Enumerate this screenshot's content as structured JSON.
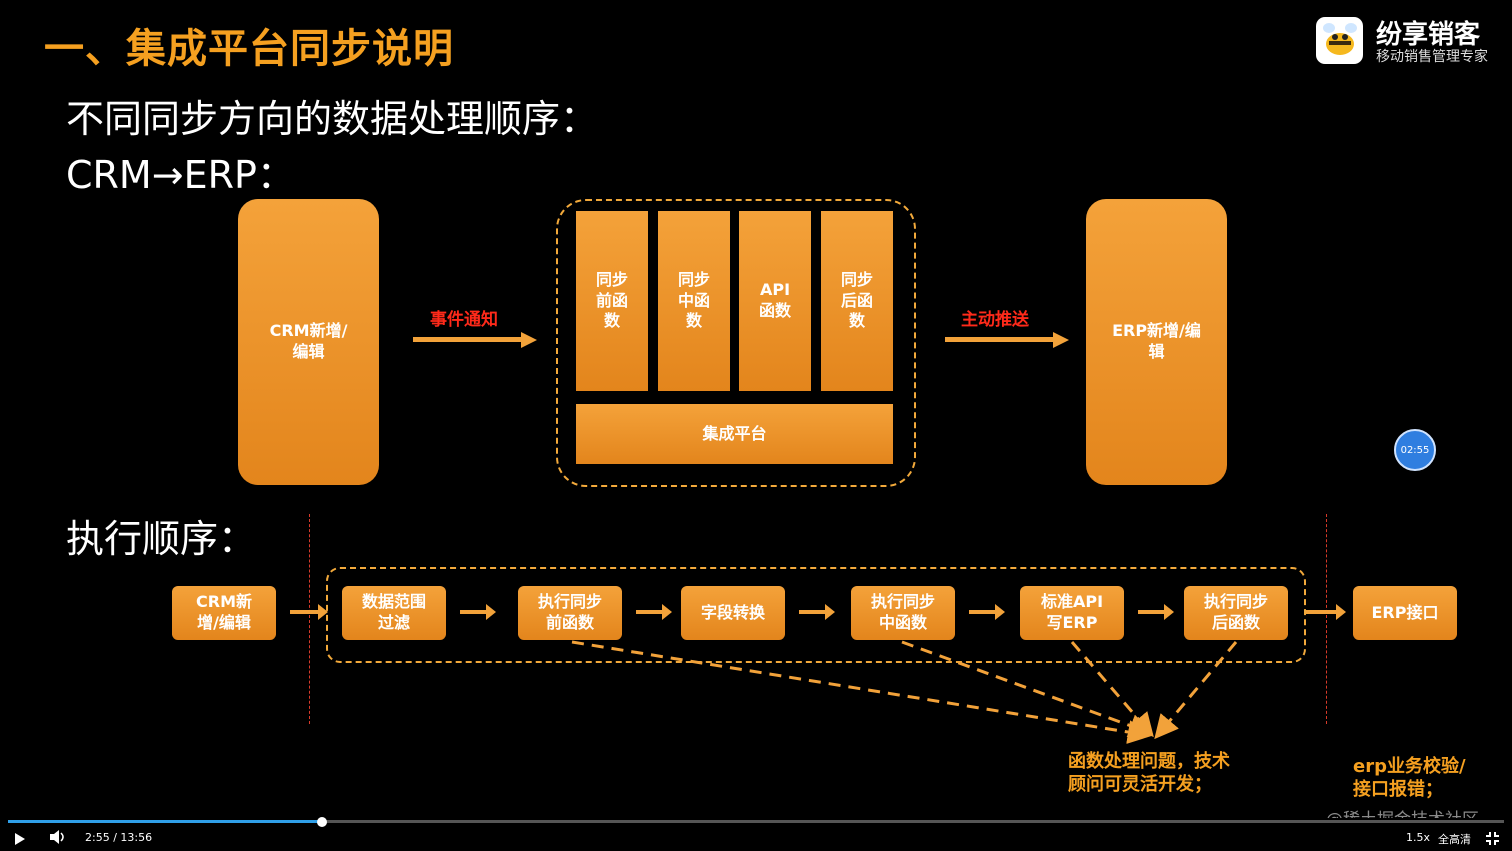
{
  "slide": {
    "title": "一、集成平台同步说明",
    "subtitle1": "不同同步方向的数据处理顺序：",
    "subtitle2": "CRM→ERP：",
    "subtitle3": "执行顺序：",
    "brand_name": "纷享销客",
    "brand_tagline": "移动销售管理专家",
    "icons": {
      "logo": "bee-logo-icon"
    },
    "colors": {
      "accent": "#f5a020",
      "box": "#e88f22",
      "red": "#ff2a1a",
      "progress": "#2f9fe8"
    }
  },
  "top_diagram": {
    "crm_box": "CRM新增/\n编辑",
    "label_left": "事件通知",
    "columns": [
      "同步\n前函\n数",
      "同步\n中函\n数",
      "API\n函数",
      "同步\n后函\n数"
    ],
    "platform": "集成平台",
    "label_right": "主动推送",
    "erp_box": "ERP新增/编\n辑"
  },
  "flow": {
    "steps": [
      "CRM新\n增/编辑",
      "数据范围\n过滤",
      "执行同步\n前函数",
      "字段转换",
      "执行同步\n中函数",
      "标准API\n写ERP",
      "执行同步\n后函数",
      "ERP接口"
    ],
    "note1": "函数处理问题，技术\n顾问可灵活开发；",
    "note2": "erp业务校验/\n接口报错；"
  },
  "player": {
    "time": "2:55 / 13:56",
    "speed": "1.5x",
    "quality": "全高清",
    "progress": 0.21,
    "clock_badge": "02:55",
    "watermark": "@稀土掘金技术社区",
    "icons": {
      "play": "play-icon",
      "volume": "volume-icon",
      "fullscreen": "exit-fullscreen-icon"
    }
  }
}
